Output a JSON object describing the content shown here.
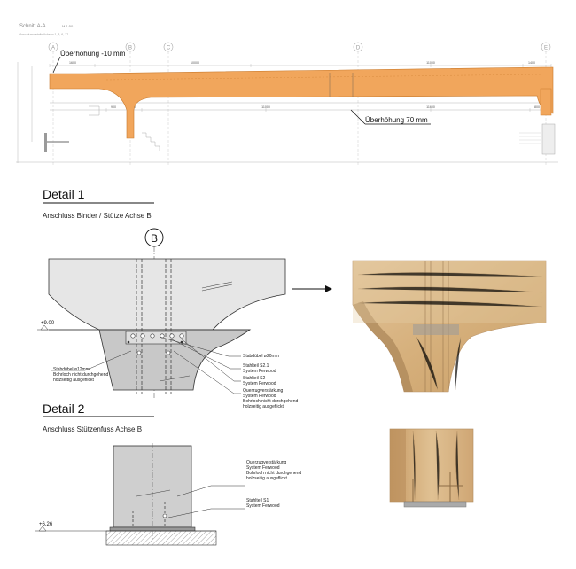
{
  "header": {
    "title": "Schnitt A-A",
    "scale": "M 1:50",
    "subtitle": "Anschlussdetails Achsen 1, 3, 6, 17"
  },
  "axes": [
    "A",
    "B",
    "C",
    "D",
    "E"
  ],
  "overview": {
    "camber_left": "Überhöhung -10 mm",
    "camber_mid": "Überhöhung 70 mm",
    "dims_top": [
      "1600",
      "10000",
      "11000",
      "1400"
    ],
    "dims_bottom": [
      "900",
      "900",
      "11000",
      "11600",
      "800"
    ]
  },
  "detail1": {
    "title": "Detail 1",
    "subtitle": "Anschluss Binder / Stütze Achse B",
    "axis": "B",
    "level": "+9.00",
    "notes_left": [
      "Stabdübel ø12mm",
      "Bohrloch nicht durchgehend",
      "holzseitig ausgeflickt"
    ],
    "note1": [
      "Stabdübel ø20mm"
    ],
    "note2": [
      "Stahlteil S2.1",
      "System Ferwood"
    ],
    "note3": [
      "Stahlteil S2",
      "System Ferwood"
    ],
    "note4": [
      "Querzugverstärkung",
      "System Ferwood",
      "Bohrloch nicht durchgehend",
      "holzseitig ausgeflickt"
    ]
  },
  "detail2": {
    "title": "Detail 2",
    "subtitle": "Anschluss Stützenfuss Achse B",
    "level": "+6.26",
    "note1": [
      "Querzugverstärkung",
      "System Ferwood",
      "Bohrloch nicht durchgehend",
      "holzseitig ausgeflickt"
    ],
    "note2": [
      "Stahlteil S1",
      "System Ferwood"
    ]
  },
  "colors": {
    "timber": "#f1a65c",
    "timber_edge": "#c97a2c",
    "concrete": "#d8d8d8",
    "wood_render": "#d9b98a"
  }
}
